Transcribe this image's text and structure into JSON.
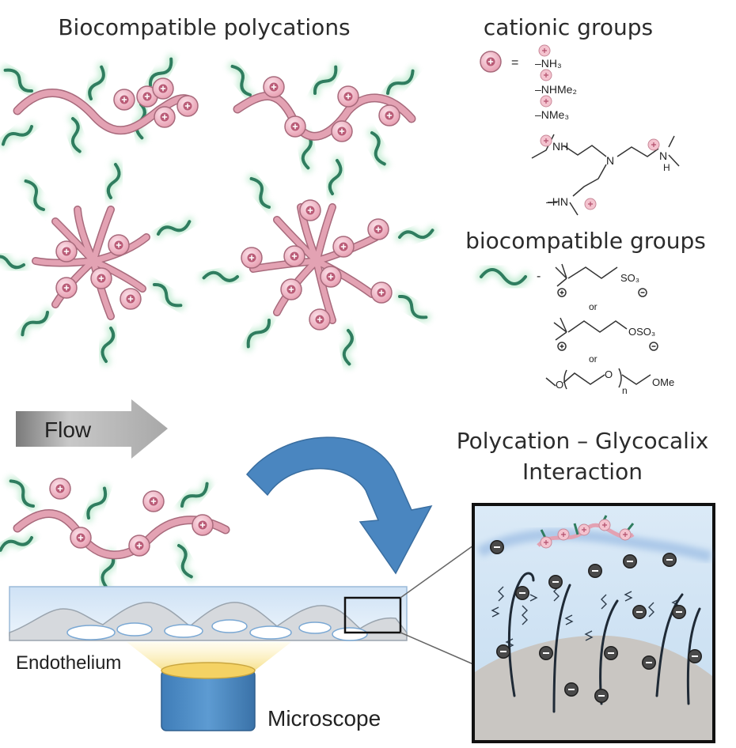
{
  "headings": {
    "polycations": "Biocompatible polycations",
    "cationic": "cationic groups",
    "biocompatible": "biocompatible groups",
    "interaction_line1": "Polycation – Glycocalix",
    "interaction_line2": "Interaction"
  },
  "labels": {
    "flow": "Flow",
    "endothelium": "Endothelium",
    "microscope": "Microscope",
    "equals": "=",
    "dash": "-",
    "or1": "or",
    "or2": "or"
  },
  "cationic_formulas": [
    "–NH₃",
    "–NHMe₂",
    "–NMe₃"
  ],
  "branched_amine": {
    "nh_left": "NH",
    "n_center": "N",
    "nh_right": "N",
    "h_right": "H",
    "hn_bottom": "–HN"
  },
  "biocompatible_formulas": {
    "sulfobetaine_tail": "SO₃",
    "sulfate_tail": "OSO₃",
    "peg_start": "O",
    "peg_o": "O",
    "peg_n": "n",
    "peg_end": "OMe"
  },
  "symbols": {
    "plus": "+",
    "minus": "−"
  },
  "colors": {
    "bead": "#f0b8c6",
    "bead_edge": "#a86a7c",
    "backbone": "#e3a2b3",
    "chain": "#2f7d5f",
    "glow": "#9fe0b8",
    "arrow_blue": "#4a86c0",
    "flow_gray": "#a6a6a6",
    "microscope": "#4a8bc4"
  }
}
